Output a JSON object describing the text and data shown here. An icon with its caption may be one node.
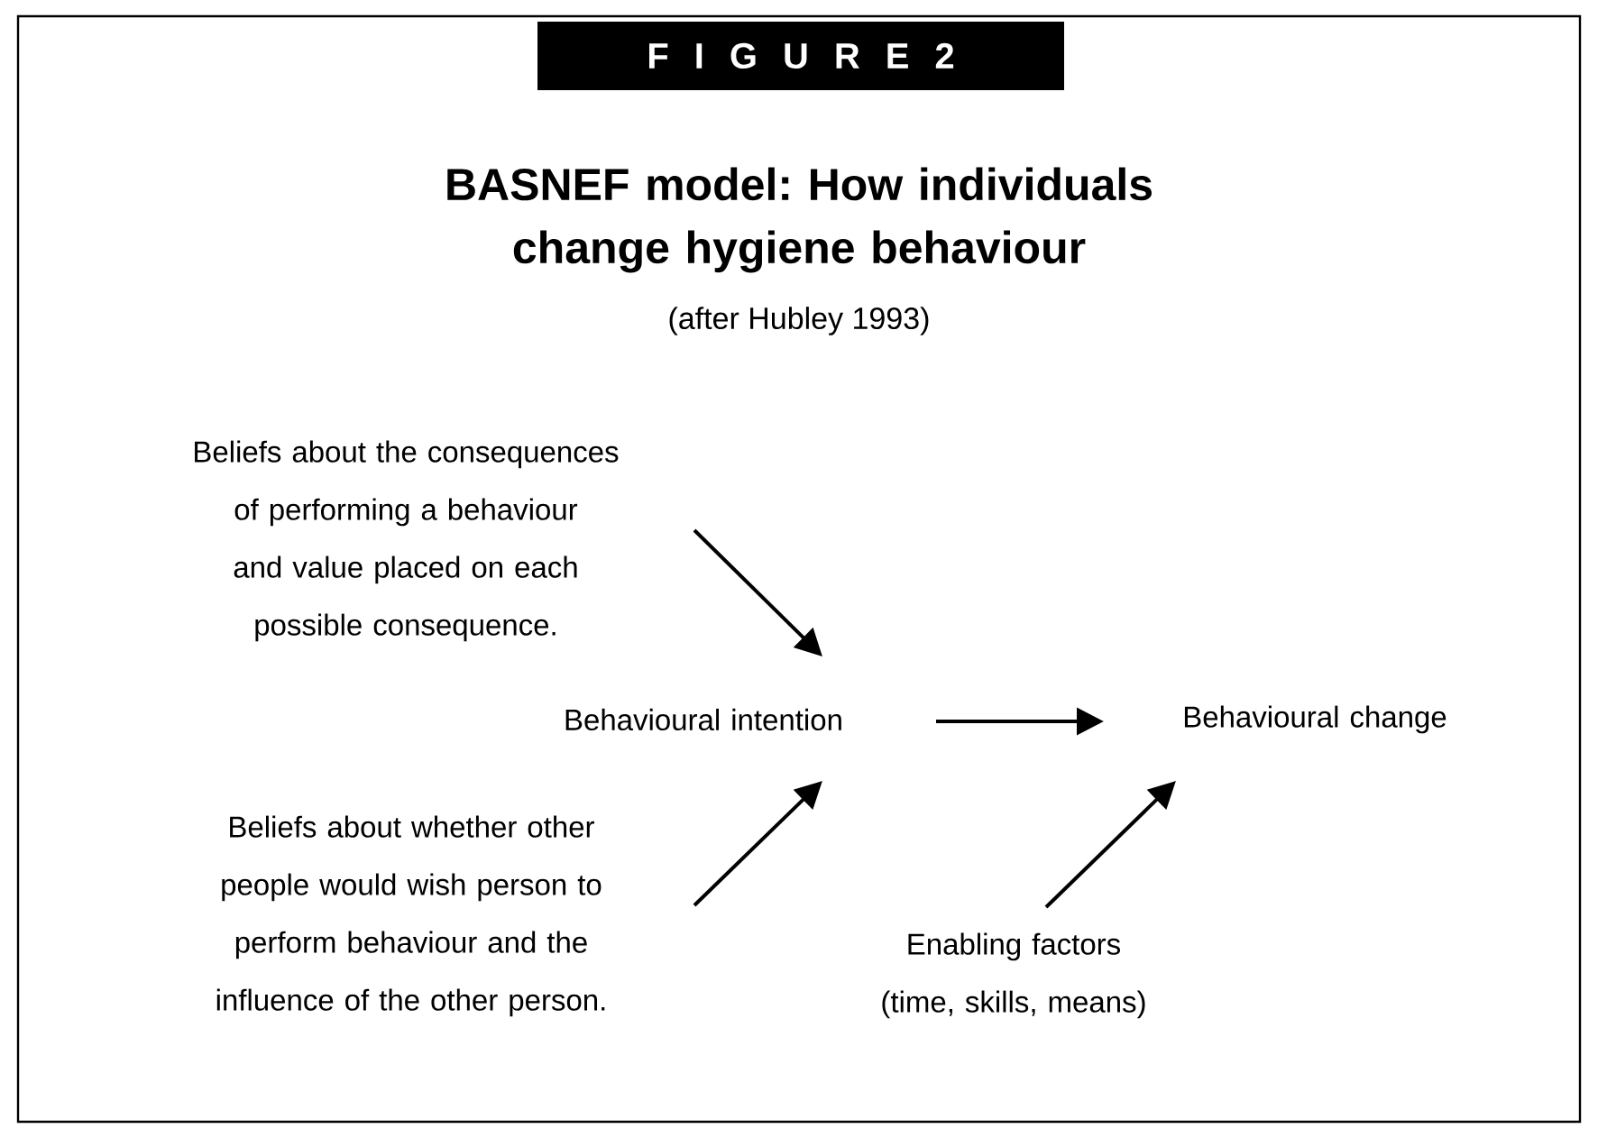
{
  "diagram": {
    "title": "BASNEF model: How individuals change hygiene behaviour",
    "nodes": [
      {
        "text": [
          "Beliefs about the consequences of performing a behaviour and value placed on each possible consequence."
        ]
      },
      {
        "text": [
          "Behavioural intention"
        ]
      },
      {
        "text": [
          "Behavioural change"
        ]
      },
      {
        "text": [
          "Beliefs about whether other people would wish person to perform behaviour and the influence of the other person."
        ]
      },
      {
        "text": [
          "Enabling factors (time, skills, means)"
        ]
      }
    ],
    "edges": [
      {
        "from": 0,
        "to": 1,
        "arrow": "to"
      },
      {
        "from": 3,
        "to": 1,
        "arrow": "to"
      },
      {
        "from": 1,
        "to": 2,
        "arrow": "to"
      },
      {
        "from": 4,
        "to": 2,
        "arrow": "to"
      }
    ],
    "labels": [
      "F I G U R E 2",
      "(after Hubley 1993)"
    ]
  }
}
